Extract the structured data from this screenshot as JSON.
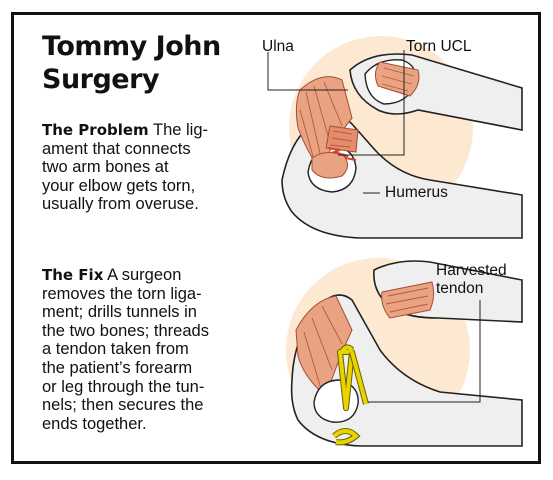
{
  "title": {
    "line1": "Tommy John",
    "line2": "Surgery"
  },
  "problem": {
    "heading": "The Problem",
    "lines": [
      "The lig-",
      "ament that connects",
      "two arm bones at",
      "your elbow gets torn,",
      "usually from overuse."
    ]
  },
  "fix": {
    "heading": "The Fix",
    "lines": [
      "A surgeon",
      "removes the torn liga-",
      "ment; drills tunnels in",
      "the two bones; threads",
      "a tendon taken from",
      "the patient’s forearm",
      "or leg through the tun-",
      "nels; then secures the",
      "ends together."
    ]
  },
  "labels": {
    "ulna": "Ulna",
    "torn_ucl": "Torn UCL",
    "humerus": "Humerus",
    "harvested_1": "Harvested",
    "harvested_2": "tendon"
  },
  "colors": {
    "bone": "#efefef",
    "muscle": "#e9a382",
    "glow": "#fde8d2",
    "tendon_graft": "#e8d400",
    "border": "#111111"
  }
}
